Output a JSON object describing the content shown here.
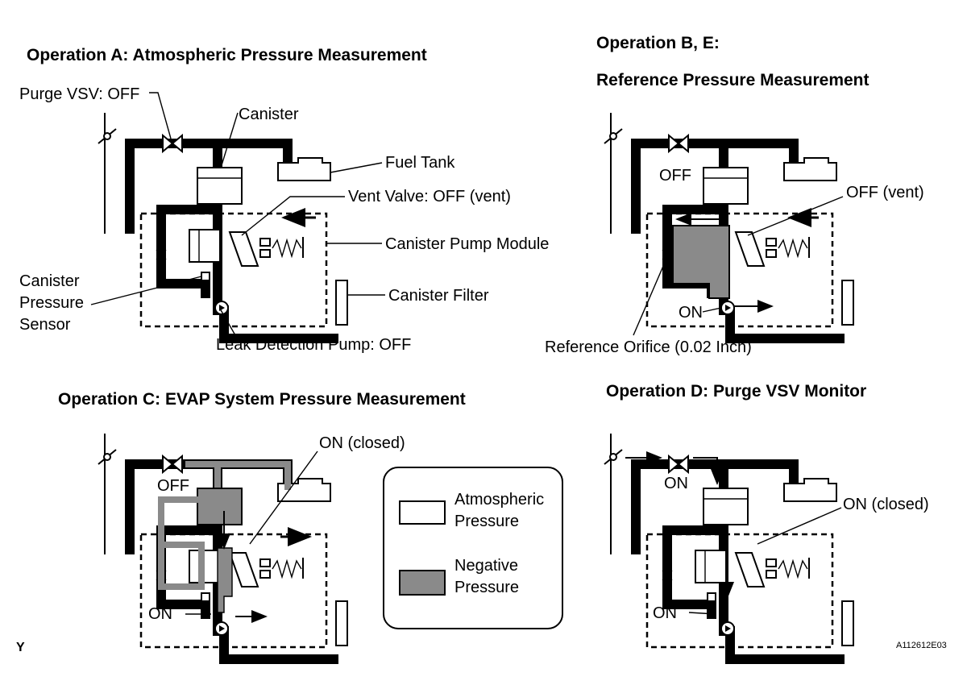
{
  "panel_a": {
    "title": "Operation A: Atmospheric Pressure Measurement",
    "purge_vsv": "Purge VSV: OFF",
    "canister": "Canister",
    "fuel_tank": "Fuel Tank",
    "vent_valve": "Vent Valve: OFF (vent)",
    "pump_module": "Canister Pump Module",
    "sensor_line1": "Canister",
    "sensor_line2": "Pressure",
    "sensor_line3": "Sensor",
    "canister_filter": "Canister Filter",
    "leak_pump": "Leak Detection Pump: OFF"
  },
  "panel_b": {
    "title_line1": "Operation B, E:",
    "title_line2": "Reference Pressure Measurement",
    "vsv": "OFF",
    "vent": "OFF (vent)",
    "pump": "ON",
    "orifice": "Reference Orifice (0.02 Inch)"
  },
  "panel_c": {
    "title": "Operation C: EVAP System Pressure Measurement",
    "vsv": "OFF",
    "vent": "ON (closed)",
    "pump": "ON"
  },
  "panel_d": {
    "title": "Operation D: Purge VSV Monitor",
    "vsv": "ON",
    "vent": "ON (closed)",
    "pump": "ON"
  },
  "legend": {
    "atm_line1": "Atmospheric",
    "atm_line2": "Pressure",
    "neg_line1": "Negative",
    "neg_line2": "Pressure"
  },
  "footer": {
    "left_mark": "Y",
    "figure_id": "A112612E03"
  }
}
